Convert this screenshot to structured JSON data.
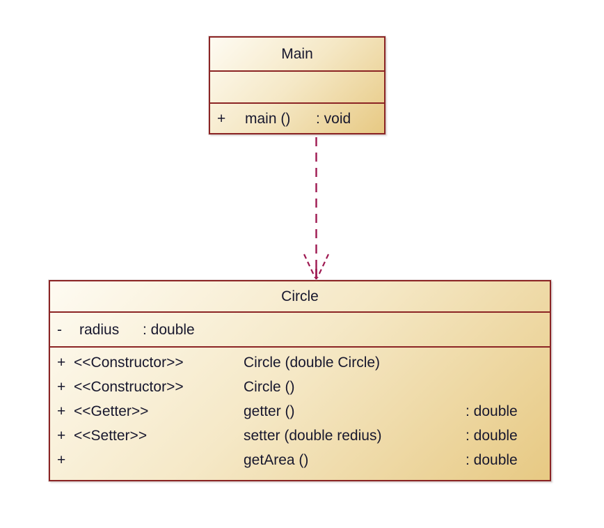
{
  "colors": {
    "border": "#8b2424",
    "arrow": "#9e1951",
    "fill-light": "#fefbf2",
    "fill-mid": "#f5e8c6",
    "fill-dark": "#e7c983",
    "text": "#17172d",
    "canvas": "#ffffff"
  },
  "main_class": {
    "title": "Main",
    "operations": [
      {
        "visibility": "+",
        "signature": "main ()",
        "return_type": ": void"
      }
    ]
  },
  "circle_class": {
    "title": "Circle",
    "attributes": [
      {
        "visibility": "-",
        "name": "radius",
        "type": ": double"
      }
    ],
    "operations": [
      {
        "visibility": "+",
        "stereotype": "<<Constructor>>",
        "signature": "Circle (double Circle)",
        "return_type": ""
      },
      {
        "visibility": "+",
        "stereotype": "<<Constructor>>",
        "signature": "Circle ()",
        "return_type": ""
      },
      {
        "visibility": "+",
        "stereotype": "<<Getter>>",
        "signature": "getter ()",
        "return_type": ": double"
      },
      {
        "visibility": "+",
        "stereotype": "<<Setter>>",
        "signature": "setter (double redius)",
        "return_type": ": double"
      },
      {
        "visibility": "+",
        "stereotype": "",
        "signature": "getArea ()",
        "return_type": ": double"
      }
    ]
  },
  "relationship": {
    "type": "dependency",
    "from": "Main",
    "to": "Circle",
    "line_style": "dashed-open-arrow"
  }
}
